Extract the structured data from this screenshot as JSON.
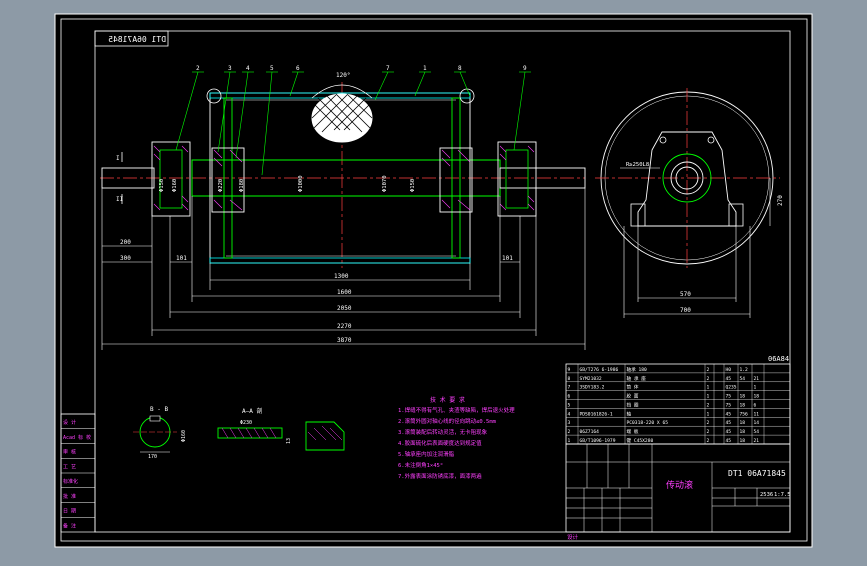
{
  "drawing": {
    "stamp_mirrored": "DT1 06A71845",
    "title_block": {
      "drawing_number": "DT1 06A71845",
      "part_name": "传动滚",
      "scale": "1:7.5",
      "weight": "2536",
      "corner_code": "06A84",
      "designer": "设计"
    },
    "balloons": [
      "2",
      "3",
      "4",
      "5",
      "6",
      "7",
      "1",
      "8",
      "9"
    ],
    "dims": {
      "d1300": "1300",
      "d1600": "1600",
      "d2050": "2050",
      "d2270": "2270",
      "d3870": "3870",
      "d200": "200",
      "d300": "300",
      "d101a": "101",
      "d101b": "101",
      "d570": "570",
      "d700": "700",
      "d270": "270",
      "angle": "120°",
      "r": "R≥250L8",
      "sec_I": "I",
      "sec_II": "II"
    },
    "shaft_diameters": [
      "Φ150",
      "Φ160",
      "Φ220",
      "Φ180",
      "Φ1000",
      "Φ1070",
      "Φ150"
    ],
    "section_titles": {
      "bb": "B - B",
      "aa": "A—A 剖"
    },
    "section_dims": {
      "bb_w": "170",
      "bb_h": "Φ160",
      "aa_w": "Φ230",
      "aa_h": "13"
    },
    "notes_title": "技 术 要 求",
    "notes": [
      "1.焊缝不得有气孔、夹渣等缺陷，焊后退火处理",
      "2.滚筒外圆对轴心线的径向跳动≤0.5mm",
      "3.滚筒装配后转动灵活，无卡阻现象",
      "4.胶面硫化后表面硬度达到规定值",
      "5.轴承座内加注润滑脂",
      "6.未注倒角1×45°",
      "7.外露表面涂防锈底漆，面漆两遍"
    ],
    "bom": [
      [
        "9",
        "GB/T276 6-1986",
        "轴承 180",
        "2",
        "",
        "H0",
        "1.2",
        ""
      ],
      [
        "8",
        "SYM21032",
        "轴 承 座",
        "2",
        "",
        "45",
        "54",
        "21"
      ],
      [
        "7",
        "3SDY183.2",
        "筒 体",
        "1",
        "",
        "Q235",
        "",
        "1"
      ],
      [
        "6",
        "",
        "胶 面",
        "1",
        "",
        "75",
        "18",
        "18"
      ],
      [
        "5",
        "",
        "挡 圈",
        "2",
        "",
        "75",
        "18",
        "6"
      ],
      [
        "4",
        "PDS0161826-1",
        "轴",
        "1",
        "",
        "45",
        "756",
        "11"
      ],
      [
        "3",
        "",
        "PC0318-220 X 65",
        "2",
        "",
        "45",
        "18",
        "14"
      ],
      [
        "2",
        "06Z7164",
        "端 板",
        "2",
        "",
        "45",
        "18",
        "54"
      ],
      [
        "1",
        "GB/T1096-1979",
        "键 C45X280",
        "2",
        "",
        "45",
        "18",
        "21"
      ]
    ],
    "left_block": [
      "设 计",
      "Acad 标 校",
      "审 核",
      "工 艺",
      "标准化",
      "批 准",
      "日 期",
      "备 注"
    ]
  }
}
